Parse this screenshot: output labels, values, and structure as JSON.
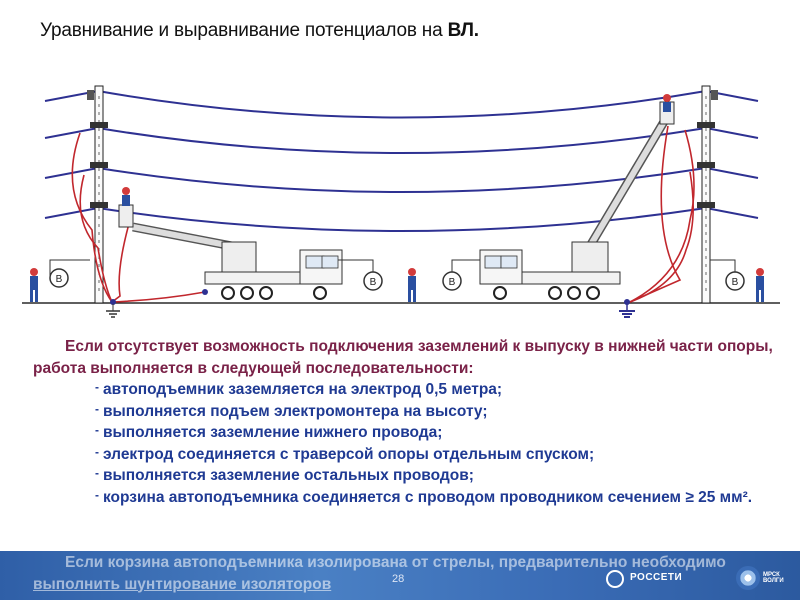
{
  "slide": {
    "title_main": "Уравнивание и выравнивание потенциалов на ",
    "title_abbr": "ВЛ."
  },
  "meter_label": "В",
  "body": {
    "lead": "Если отсутствует возможность подключения заземлений к выпуску в нижней части опоры, работа выполняется в следующей последовательности:",
    "steps": [
      "автоподъемник заземляется на электрод 0,5 метра;",
      "выполняется подъем электромонтера на высоту;",
      "выполняется заземление нижнего провода;",
      "электрод соединяется с траверсой опоры отдельным спуском;",
      "выполняется заземление остальных проводов;",
      "корзина автоподъемника соединяется с проводом проводником сечением  ≥ 25 мм²."
    ]
  },
  "footer": {
    "text_start": "Если корзина автоподъемника изолирована от стрелы, предварительно необходимо ",
    "text_link": "выполнить шунтирование изоляторов",
    "page_number": "28",
    "logo_left": "РОССЕТИ",
    "logo_right": "МРСК ВОЛГИ"
  },
  "colors": {
    "wire": "#2e3192",
    "ground_cable": "#c1272d",
    "lead_text": "#7a2248",
    "body_text": "#1f3a93",
    "footer_band": "#3a6cb6"
  }
}
